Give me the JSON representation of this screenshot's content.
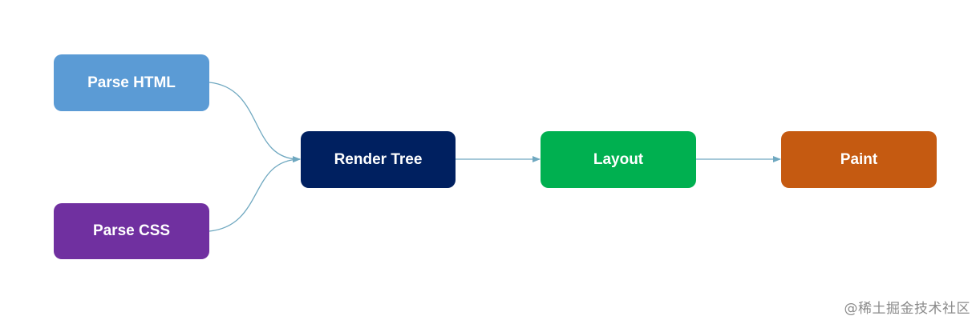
{
  "nodes": {
    "parse_html": {
      "label": "Parse HTML",
      "color": "#5b9bd5"
    },
    "parse_css": {
      "label": "Parse CSS",
      "color": "#7030a0"
    },
    "render_tree": {
      "label": "Render Tree",
      "color": "#002060"
    },
    "layout": {
      "label": "Layout",
      "color": "#00b050"
    },
    "paint": {
      "label": "Paint",
      "color": "#c55a11"
    }
  },
  "edges": [
    {
      "from": "Parse HTML",
      "to": "Render Tree"
    },
    {
      "from": "Parse CSS",
      "to": "Render Tree"
    },
    {
      "from": "Render Tree",
      "to": "Layout"
    },
    {
      "from": "Layout",
      "to": "Paint"
    }
  ],
  "edge_color": "#6fa8c0",
  "watermark": "@稀土掘金技术社区"
}
